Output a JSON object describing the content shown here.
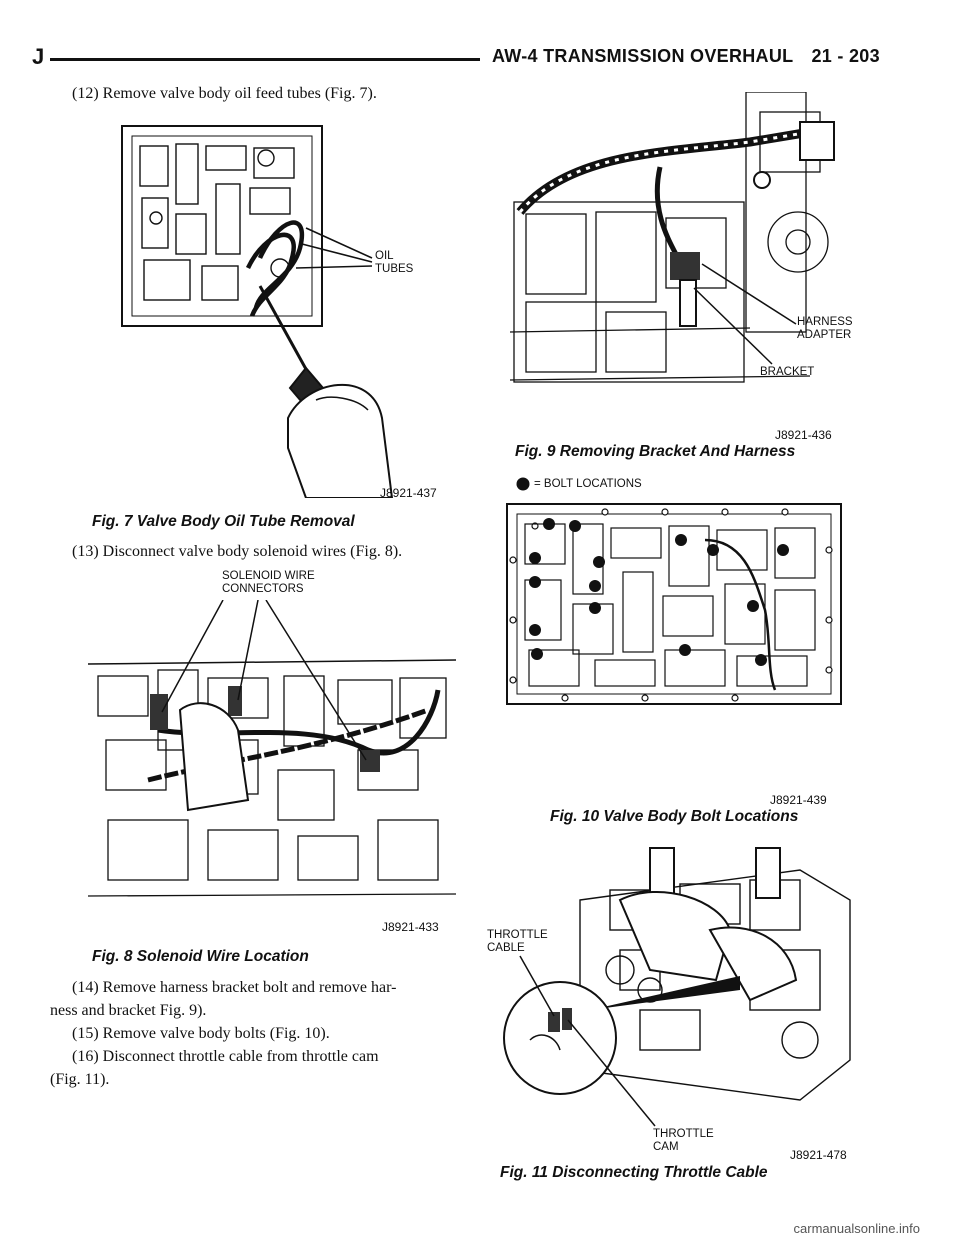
{
  "header": {
    "section_letter": "J",
    "title": "AW-4 TRANSMISSION OVERHAUL",
    "page_number": "21 - 203"
  },
  "steps": {
    "s12": "(12) Remove valve body oil feed tubes (Fig. 7).",
    "s13": "(13) Disconnect valve body solenoid wires (Fig. 8).",
    "s14a": "(14) Remove harness bracket bolt and remove har-",
    "s14b": "ness and bracket Fig. 9).",
    "s15": "(15) Remove valve body bolts (Fig. 10).",
    "s16a": "(16) Disconnect throttle cable from throttle cam",
    "s16b": "(Fig. 11)."
  },
  "figures": {
    "fig7": {
      "caption": "Fig. 7 Valve Body Oil Tube Removal",
      "ref": "J8921-437",
      "labels": {
        "oil_tubes_1": "OIL",
        "oil_tubes_2": "TUBES"
      }
    },
    "fig8": {
      "caption": "Fig. 8 Solenoid Wire Location",
      "ref": "J8921-433",
      "labels": {
        "solenoid_1": "SOLENOID WIRE",
        "solenoid_2": "CONNECTORS"
      }
    },
    "fig9": {
      "caption": "Fig. 9 Removing Bracket And Harness",
      "ref": "J8921-436",
      "labels": {
        "harness_1": "HARNESS",
        "harness_2": "ADAPTER",
        "bracket": "BRACKET"
      }
    },
    "fig10": {
      "caption": "Fig. 10 Valve Body Bolt Locations",
      "ref": "J8921-439",
      "labels": {
        "bolt_legend": "= BOLT LOCATIONS"
      }
    },
    "fig11": {
      "caption": "Fig. 11 Disconnecting Throttle Cable",
      "ref": "J8921-478",
      "labels": {
        "cable_1": "THROTTLE",
        "cable_2": "CABLE",
        "cam_1": "THROTTLE",
        "cam_2": "CAM"
      }
    }
  },
  "footer": {
    "watermark": "carmanualsonline.info"
  }
}
